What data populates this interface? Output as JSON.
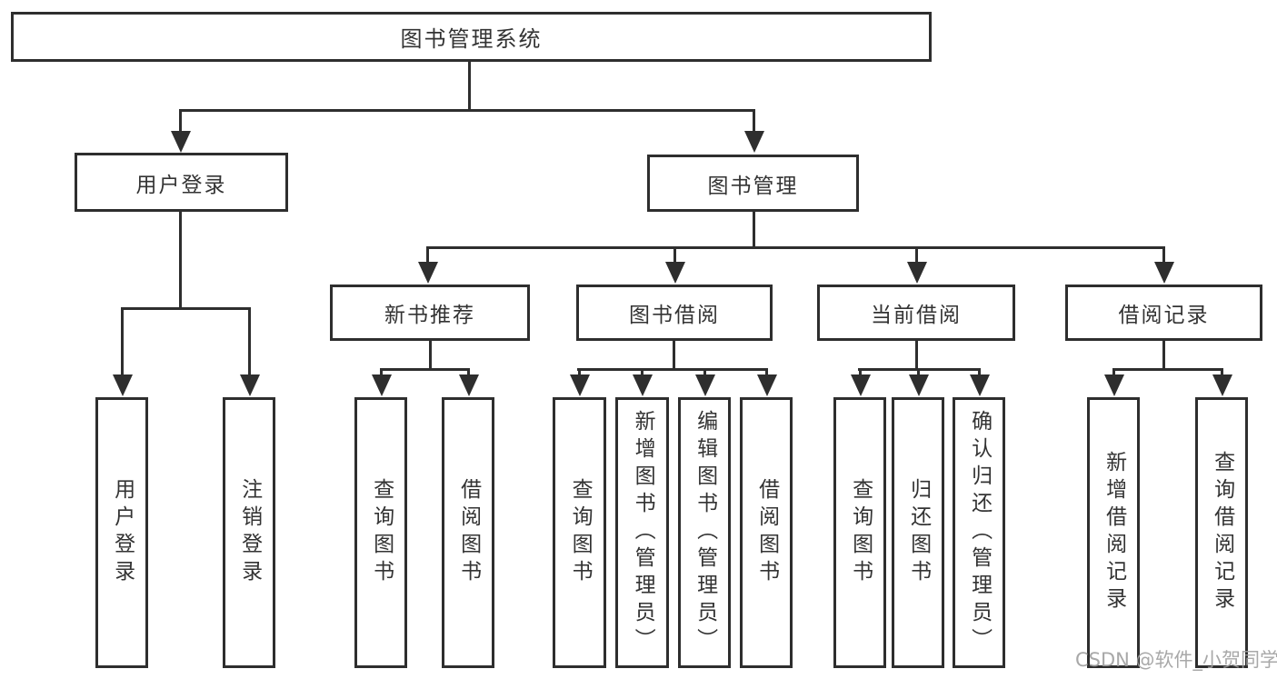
{
  "tree": {
    "root": {
      "label": "图书管理系统"
    },
    "branches": [
      {
        "label": "用户登录",
        "children": [
          {
            "label": "用户登录"
          },
          {
            "label": "注销登录"
          }
        ]
      },
      {
        "label": "图书管理",
        "children": [
          {
            "label": "新书推荐",
            "children": [
              {
                "label": "查询图书"
              },
              {
                "label": "借阅图书"
              }
            ]
          },
          {
            "label": "图书借阅",
            "children": [
              {
                "label": "查询图书"
              },
              {
                "label": "新增图书（管理员）"
              },
              {
                "label": "编辑图书（管理员）"
              },
              {
                "label": "借阅图书"
              }
            ]
          },
          {
            "label": "当前借阅",
            "children": [
              {
                "label": "查询图书"
              },
              {
                "label": "归还图书"
              },
              {
                "label": "确认归还（管理员）"
              }
            ]
          },
          {
            "label": "借阅记录",
            "children": [
              {
                "label": "新增借阅记录"
              },
              {
                "label": "查询借阅记录"
              }
            ]
          }
        ]
      }
    ]
  },
  "watermark": {
    "text": "CSDN @软件_小贺同学"
  },
  "colors": {
    "line": "#2e2e2e",
    "border": "#2e2e2e",
    "text": "#333333",
    "background": "#ffffff",
    "watermark": "#9e9e9e"
  }
}
